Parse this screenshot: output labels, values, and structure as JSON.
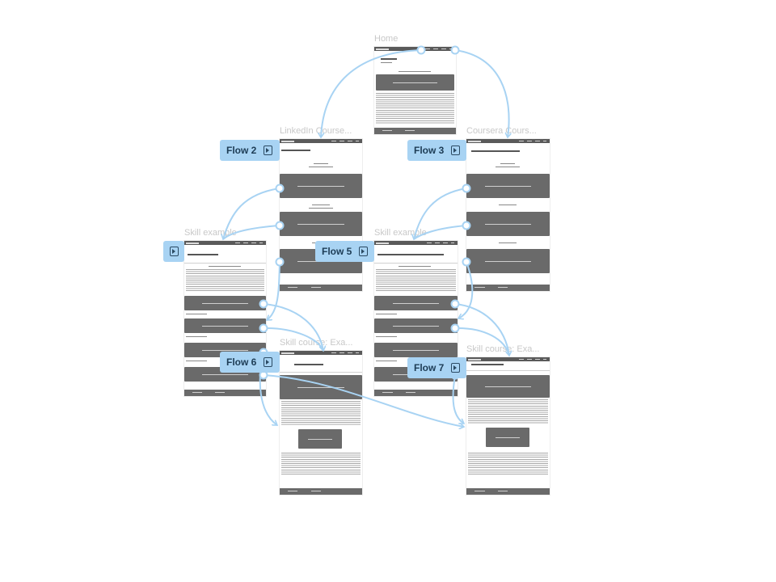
{
  "frames": {
    "home": {
      "title": "Home"
    },
    "linkedin": {
      "title": "LinkedIn Course..."
    },
    "coursera": {
      "title": "Coursera Cours..."
    },
    "skill_example_left": {
      "title": "Skill example"
    },
    "skill_example_right": {
      "title": "Skill example"
    },
    "skill_course_left": {
      "title": "Skill course: Exa..."
    },
    "skill_course_right": {
      "title": "Skill course: Exa..."
    }
  },
  "flows": [
    {
      "label": "Flow 2"
    },
    {
      "label": "Flow 3"
    },
    {
      "label": ""
    },
    {
      "label": "Flow 5"
    },
    {
      "label": "Flow 6"
    },
    {
      "label": "Flow 7"
    }
  ],
  "colors": {
    "flow_badge": "#a8d3f3",
    "connector": "#a8d3f3",
    "frame_dark": "#6a6a6a"
  },
  "icons": {
    "flow": "play-square-icon",
    "connector_start": "circle-node-icon"
  }
}
